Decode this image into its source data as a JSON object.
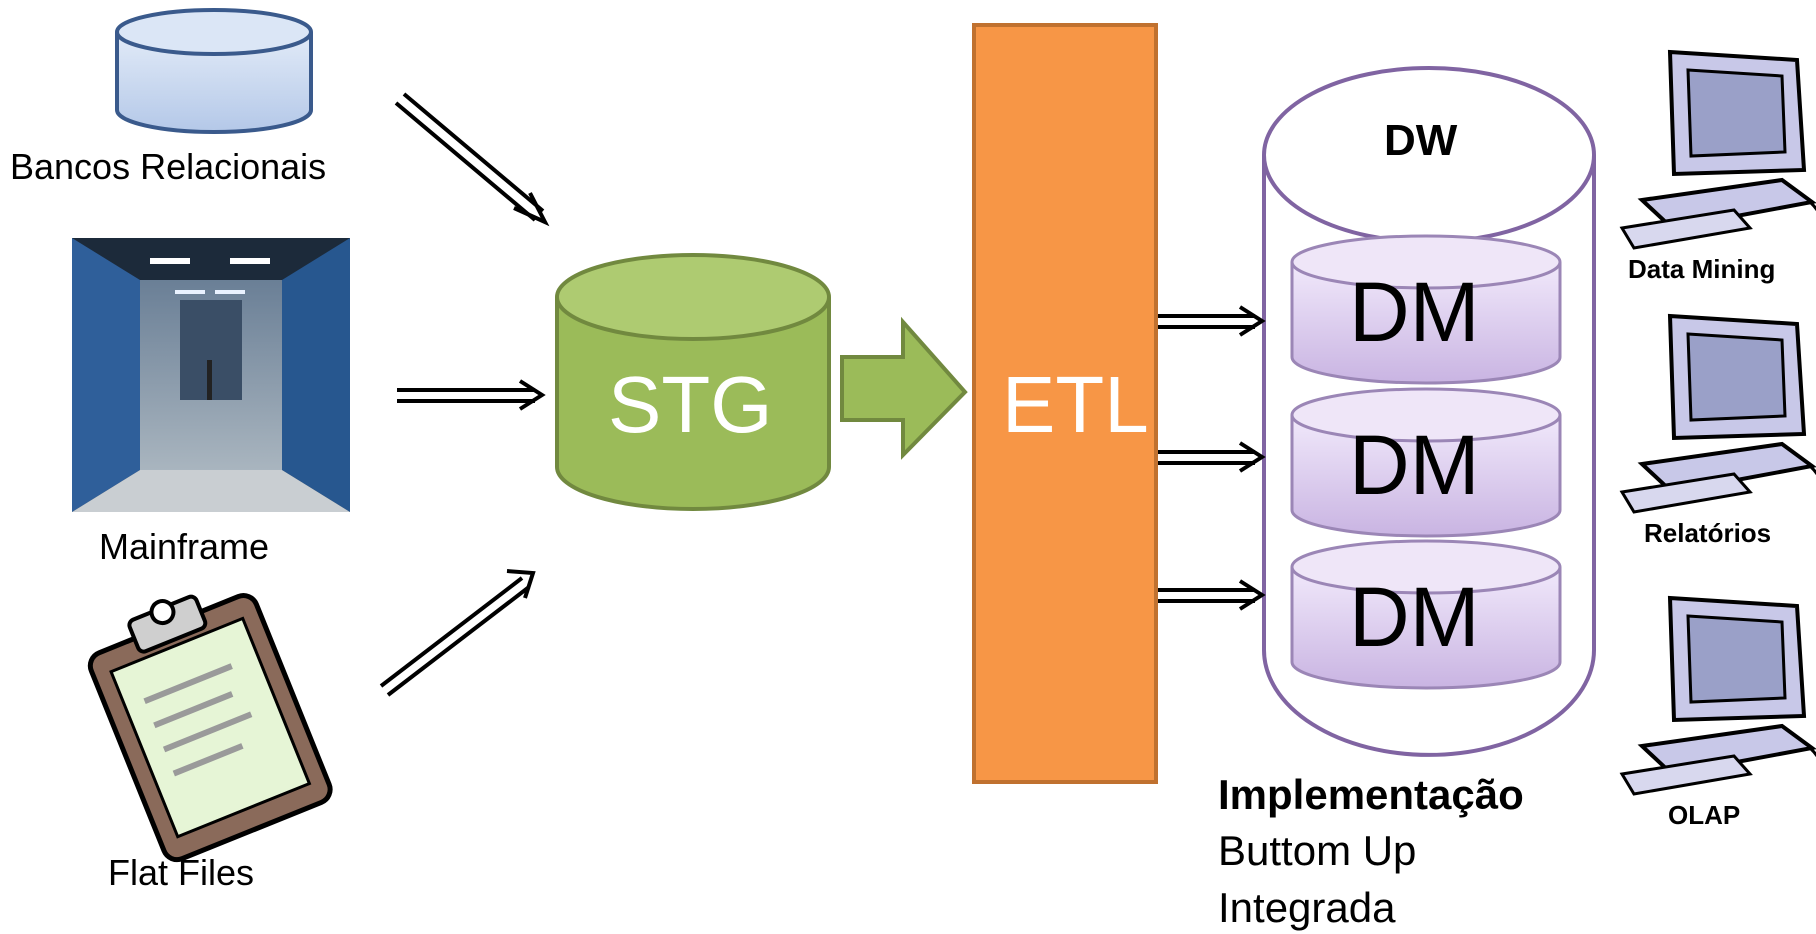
{
  "sources": {
    "relational_label": "Bancos Relacionais",
    "mainframe_label": "Mainframe",
    "flatfiles_label": "Flat Files"
  },
  "staging": {
    "label": "STG"
  },
  "etl": {
    "label": "ETL"
  },
  "warehouse": {
    "label": "DW",
    "marts": [
      "DM",
      "DM",
      "DM"
    ]
  },
  "implementation": {
    "title": "Implementação",
    "lines": [
      "Buttom Up",
      "Integrada"
    ]
  },
  "clients": [
    "Data Mining",
    "Relatórios",
    "OLAP"
  ],
  "colors": {
    "staging": "#9bbb59",
    "staging_dark": "#71893f",
    "etl": "#f79646",
    "etl_border": "#c0712f",
    "dw_outline": "#8064a2",
    "db_blue": "#c6d6ee",
    "db_blue_border": "#3a5a8c"
  }
}
